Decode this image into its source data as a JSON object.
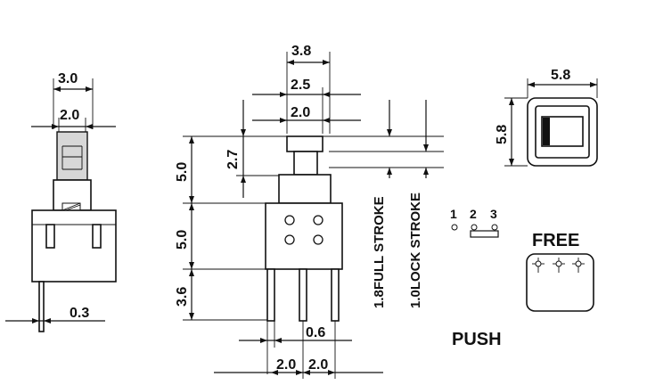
{
  "side_view": {
    "top_width": "3.0",
    "stem_width": "2.0",
    "pin_thickness": "0.3"
  },
  "front_view": {
    "top_width": "3.8",
    "mid_width": "2.5",
    "stem_width": "2.0",
    "stem_height": "2.7",
    "upper_height": "5.0",
    "body_height": "5.0",
    "pin_length": "3.6",
    "pin_width": "0.6",
    "pin_pitch_left": "2.0",
    "pin_pitch_right": "2.0"
  },
  "strokes": {
    "full_stroke": "1.8FULL STROKE",
    "lock_stroke": "1.0LOCK STROKE"
  },
  "top_view": {
    "width": "5.8",
    "height": "5.8"
  },
  "schematic": {
    "pins": [
      "1",
      "2",
      "3"
    ],
    "free_label": "FREE",
    "push_label": "PUSH"
  }
}
